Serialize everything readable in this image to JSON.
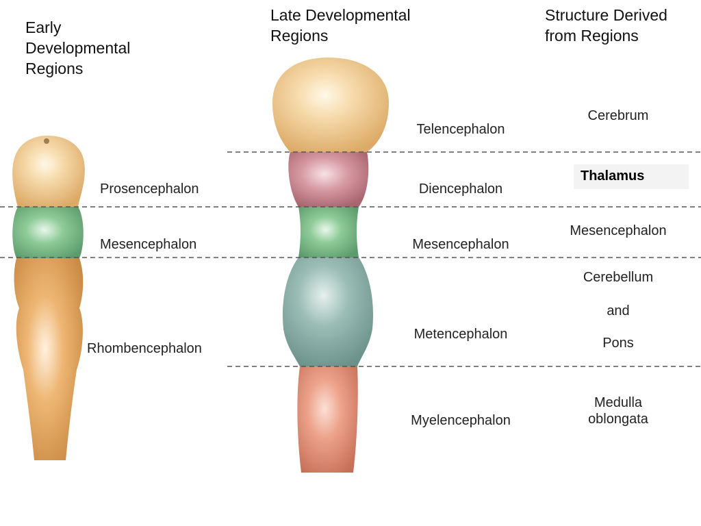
{
  "headers": {
    "early_line1": "Early",
    "early_line2": "Developmental",
    "early_line3": "Regions",
    "late_line1": "Late Developmental",
    "late_line2": "Regions",
    "derived_line1": "Structure Derived",
    "derived_line2": "from Regions"
  },
  "early_regions": {
    "prosencephalon": "Prosencephalon",
    "mesencephalon": "Mesencephalon",
    "rhombencephalon": "Rhombencephalon"
  },
  "late_regions": {
    "telencephalon": "Telencephalon",
    "diencephalon": "Diencephalon",
    "mesencephalon": "Mesencephalon",
    "metencephalon": "Metencephalon",
    "myelencephalon": "Myelencephalon"
  },
  "derived_structures": {
    "cerebrum": "Cerebrum",
    "thalamus": "Thalamus",
    "mesencephalon": "Mesencephalon",
    "cerebellum": "Cerebellum",
    "and": "and",
    "pons": "Pons",
    "medulla_line1": "Medulla",
    "medulla_line2": "oblongata"
  },
  "colors": {
    "tan": "#efc88a",
    "green": "#7fbf8c",
    "orange": "#e8aa63",
    "pink": "#cf8c95",
    "teal": "#8fb2aa",
    "salmon": "#e89880",
    "dash": "#555555",
    "thalamus_box": "#f3f3f3"
  }
}
